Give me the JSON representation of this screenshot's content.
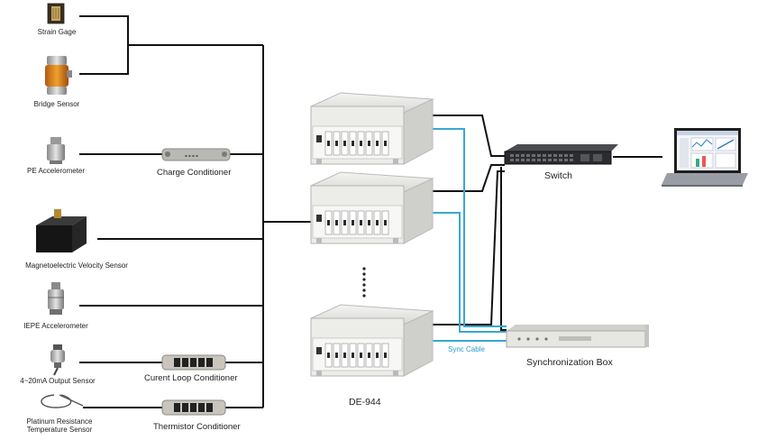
{
  "sensors": [
    {
      "label": "Strain Gage"
    },
    {
      "label": "Bridge Sensor"
    },
    {
      "label": "PE Accelerometer"
    },
    {
      "label": "Magnetoelectric Velocity Sensor"
    },
    {
      "label": "IEPE Accelerometer"
    },
    {
      "label": "4~20mA Output Sensor"
    },
    {
      "label_line1": "Platinum Resistance",
      "label_line2": "Temperature Sensor"
    }
  ],
  "conditioners": [
    {
      "label": "Charge Conditioner"
    },
    {
      "label": "Curent Loop Conditioner"
    },
    {
      "label": "Thermistor Conditioner"
    }
  ],
  "devices": {
    "daq_label": "DE-944",
    "switch_label": "Switch",
    "sync_box_label": "Synchronization Box",
    "sync_cable_label": "Sync Cable"
  },
  "colors": {
    "wire": "#111111",
    "sync_cable": "#39a8cf",
    "chassis": "#e8e8e6",
    "switch_body": "#2a2c30"
  }
}
